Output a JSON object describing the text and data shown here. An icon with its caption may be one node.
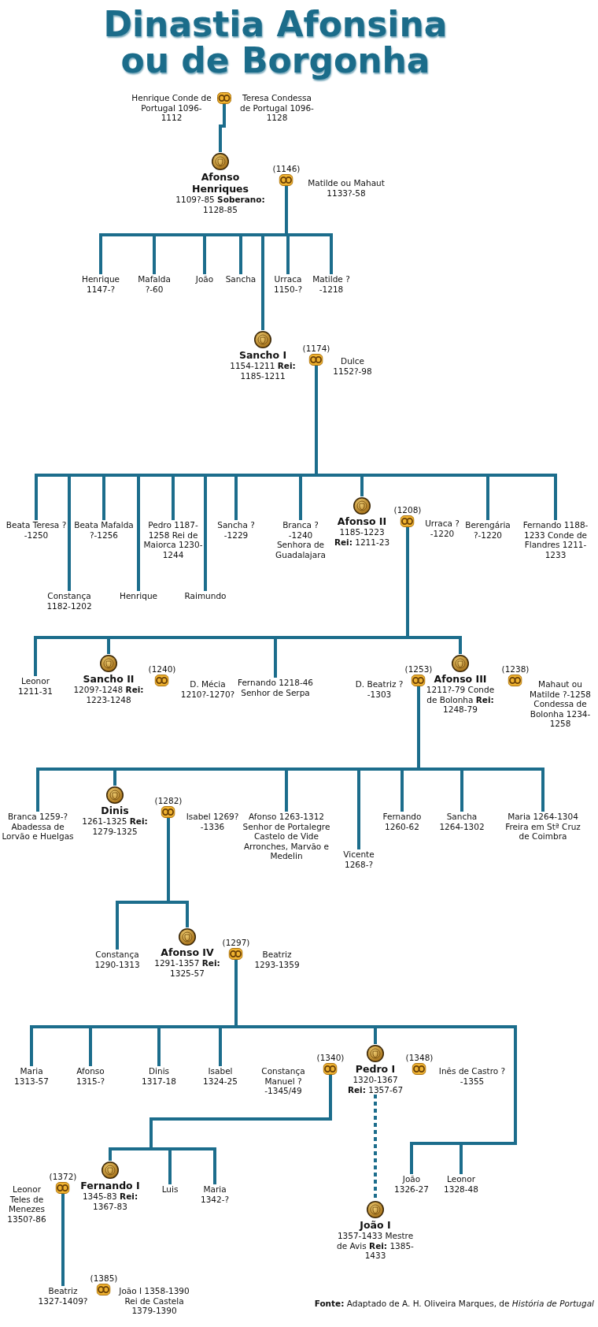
{
  "diagram": {
    "title": "Dinastia Afonsina ou de Borgonha",
    "caption": "**Fonte:** Adaptado de A. H. Oliveira Marques, de *História de Portugal*",
    "nodes": [
      {
        "text": [
          "Henrique Conde de Portugal 1096-1112"
        ]
      },
      {
        "text": [],
        "shape": "box"
      },
      {
        "text": [
          "Teresa Condessa de Portugal 1096-1128"
        ]
      },
      {
        "text": [
          "Afonso Henriques",
          "1109?-85 **Soberano:** 1128-85"
        ]
      },
      {
        "text": [
          "(1146)"
        ]
      },
      {
        "text": [
          "Matilde ou Mahaut 1133?-58"
        ]
      },
      {
        "text": [
          "Henrique 1147-?"
        ]
      },
      {
        "text": [
          "Mafalda ?-60"
        ]
      },
      {
        "text": [
          "João"
        ]
      },
      {
        "text": [
          "Sancha"
        ]
      },
      {
        "text": [
          "Urraca 1150-?"
        ]
      },
      {
        "text": [
          "Matilde ?-1218"
        ]
      },
      {
        "text": [
          "Sancho I",
          "1154-1211 **Rei:** 1185-1211"
        ]
      },
      {
        "text": [
          "(1174)"
        ]
      },
      {
        "text": [
          "Dulce 1152?-98"
        ]
      },
      {
        "text": [
          "Beata Teresa ?-1250"
        ]
      },
      {
        "text": [
          "Beata Mafalda ?-1256"
        ]
      },
      {
        "text": [
          "Pedro 1187-1258 Rei de Maiorca 1230-1244"
        ]
      },
      {
        "text": [
          "Sancha ?-1229"
        ]
      },
      {
        "text": [
          "Branca ?-1240 Senhora de Guadalajara"
        ]
      },
      {
        "text": [
          "Afonso II",
          "1185-1223 **Rei:** 1211-23"
        ]
      },
      {
        "text": [
          "(1208)"
        ]
      },
      {
        "text": [
          "Urraca ?-1220"
        ]
      },
      {
        "text": [
          "Berengária ?-1220"
        ]
      },
      {
        "text": [
          "Fernando 1188-1233 Conde de Flandres 1211-1233"
        ]
      },
      {
        "text": [
          "Constança 1182-1202"
        ]
      },
      {
        "text": [
          "Henrique"
        ]
      },
      {
        "text": [
          "Raimundo"
        ]
      },
      {
        "text": [
          "Leonor 1211-31"
        ]
      },
      {
        "text": [
          "Sancho II",
          "1209?-1248 **Rei:** 1223-1248"
        ]
      },
      {
        "text": [
          "(1240)"
        ]
      },
      {
        "text": [
          "D. Mécia 1210?-1270?"
        ]
      },
      {
        "text": [
          "Fernando 1218-46 Senhor de Serpa"
        ]
      },
      {
        "text": [
          "D. Beatriz ?-1303"
        ]
      },
      {
        "text": [
          "(1253)"
        ]
      },
      {
        "text": [
          "Afonso III",
          "1211?-79 Conde de Bolonha **Rei:** 1248-79"
        ]
      },
      {
        "text": [
          "(1238)"
        ]
      },
      {
        "text": [
          "Mahaut ou Matilde ?-1258 Condessa de Bolonha 1234-1258"
        ]
      },
      {
        "text": [
          "Branca 1259-? Abadessa de Lorvão e Huelgas"
        ]
      },
      {
        "text": [
          "Dinis",
          "1261-1325 **Rei:** 1279-1325"
        ]
      },
      {
        "text": [
          "(1282)"
        ]
      },
      {
        "text": [
          "Isabel 1269?-1336"
        ]
      },
      {
        "text": [
          "Afonso 1263-1312 Senhor de Portalegre Castelo de Vide Arronches, Marvão e Medelin"
        ]
      },
      {
        "text": [
          "Fernando 1260-62"
        ]
      },
      {
        "text": [
          "Sancha 1264-1302"
        ]
      },
      {
        "text": [
          "Maria 1264-1304 Freira em Stª Cruz de Coimbra"
        ]
      },
      {
        "text": [
          "Vicente 1268-?"
        ]
      },
      {
        "text": [
          "Constança 1290-1313"
        ]
      },
      {
        "text": [
          "Afonso IV",
          "1291-1357 **Rei:** 1325-57"
        ]
      },
      {
        "text": [
          "(1297)"
        ]
      },
      {
        "text": [
          "Beatriz 1293-1359"
        ]
      },
      {
        "text": [
          "Maria 1313-57"
        ]
      },
      {
        "text": [
          "Afonso 1315-?"
        ]
      },
      {
        "text": [
          "Dinis 1317-18"
        ]
      },
      {
        "text": [
          "Isabel 1324-25"
        ]
      },
      {
        "text": [
          "Constança Manuel ?-1345/49"
        ]
      },
      {
        "text": [
          "(1340)"
        ]
      },
      {
        "text": [
          "Pedro I",
          "1320-1367 **Rei:** 1357-67"
        ]
      },
      {
        "text": [
          "(1348)"
        ]
      },
      {
        "text": [
          "Inês de Castro ?-1355"
        ]
      },
      {
        "text": [
          "Leonor Teles de Menezes 1350?-86"
        ]
      },
      {
        "text": [
          "(1372)"
        ]
      },
      {
        "text": [
          "Fernando I",
          "1345-83 **Rei:** 1367-83"
        ]
      },
      {
        "text": [
          "Luis"
        ]
      },
      {
        "text": [
          "Maria 1342-?"
        ]
      },
      {
        "text": [
          "João 1326-27"
        ]
      },
      {
        "text": [
          "Leonor 1328-48"
        ]
      },
      {
        "text": [
          "João I",
          "1357-1433 Mestre de Avis **Rei:** 1385-1433"
        ]
      },
      {
        "text": [
          "Beatriz 1327-1409?"
        ]
      },
      {
        "text": [
          "(1385)"
        ]
      },
      {
        "text": [
          "João I 1358-1390 Rei de Castela 1379-1390"
        ]
      }
    ],
    "edges": [
      {
        "from": 1,
        "to": 3,
        "arrow": "none"
      },
      {
        "from": 4,
        "to": 6,
        "arrow": "none"
      },
      {
        "from": 4,
        "to": 7,
        "arrow": "none"
      },
      {
        "from": 4,
        "to": 8,
        "arrow": "none"
      },
      {
        "from": 4,
        "to": 9,
        "arrow": "none"
      },
      {
        "from": 4,
        "to": 12,
        "arrow": "none"
      },
      {
        "from": 4,
        "to": 10,
        "arrow": "none"
      },
      {
        "from": 4,
        "to": 11,
        "arrow": "none"
      },
      {
        "from": 13,
        "to": 15,
        "arrow": "none"
      },
      {
        "from": 13,
        "to": 25,
        "arrow": "none"
      },
      {
        "from": 13,
        "to": 16,
        "arrow": "none"
      },
      {
        "from": 13,
        "to": 26,
        "arrow": "none"
      },
      {
        "from": 13,
        "to": 17,
        "arrow": "none"
      },
      {
        "from": 13,
        "to": 27,
        "arrow": "none"
      },
      {
        "from": 13,
        "to": 18,
        "arrow": "none"
      },
      {
        "from": 13,
        "to": 19,
        "arrow": "none"
      },
      {
        "from": 13,
        "to": 20,
        "arrow": "none"
      },
      {
        "from": 13,
        "to": 23,
        "arrow": "none"
      },
      {
        "from": 13,
        "to": 24,
        "arrow": "none"
      },
      {
        "from": 21,
        "to": 28,
        "arrow": "none"
      },
      {
        "from": 21,
        "to": 29,
        "arrow": "none"
      },
      {
        "from": 21,
        "to": 32,
        "arrow": "none"
      },
      {
        "from": 21,
        "to": 35,
        "arrow": "none"
      },
      {
        "from": 34,
        "to": 38,
        "arrow": "none"
      },
      {
        "from": 34,
        "to": 39,
        "arrow": "none"
      },
      {
        "from": 34,
        "to": 42,
        "arrow": "none"
      },
      {
        "from": 34,
        "to": 46,
        "arrow": "none"
      },
      {
        "from": 34,
        "to": 43,
        "arrow": "none"
      },
      {
        "from": 34,
        "to": 44,
        "arrow": "none"
      },
      {
        "from": 34,
        "to": 45,
        "arrow": "none"
      },
      {
        "from": 40,
        "to": 47,
        "arrow": "none"
      },
      {
        "from": 40,
        "to": 48,
        "arrow": "none"
      },
      {
        "from": 49,
        "to": 51,
        "arrow": "none"
      },
      {
        "from": 49,
        "to": 52,
        "arrow": "none"
      },
      {
        "from": 49,
        "to": 53,
        "arrow": "none"
      },
      {
        "from": 49,
        "to": 54,
        "arrow": "none"
      },
      {
        "from": 49,
        "to": 57,
        "arrow": "none"
      },
      {
        "from": 49,
        "to": 65,
        "arrow": "none"
      },
      {
        "from": 49,
        "to": 66,
        "arrow": "none"
      },
      {
        "from": 56,
        "to": 62,
        "arrow": "none"
      },
      {
        "from": 56,
        "to": 63,
        "arrow": "none"
      },
      {
        "from": 56,
        "to": 64,
        "arrow": "none"
      },
      {
        "from": 57,
        "to": 67,
        "arrow": "none",
        "style": "dashed"
      },
      {
        "from": 61,
        "to": 68,
        "arrow": "none"
      }
    ]
  }
}
